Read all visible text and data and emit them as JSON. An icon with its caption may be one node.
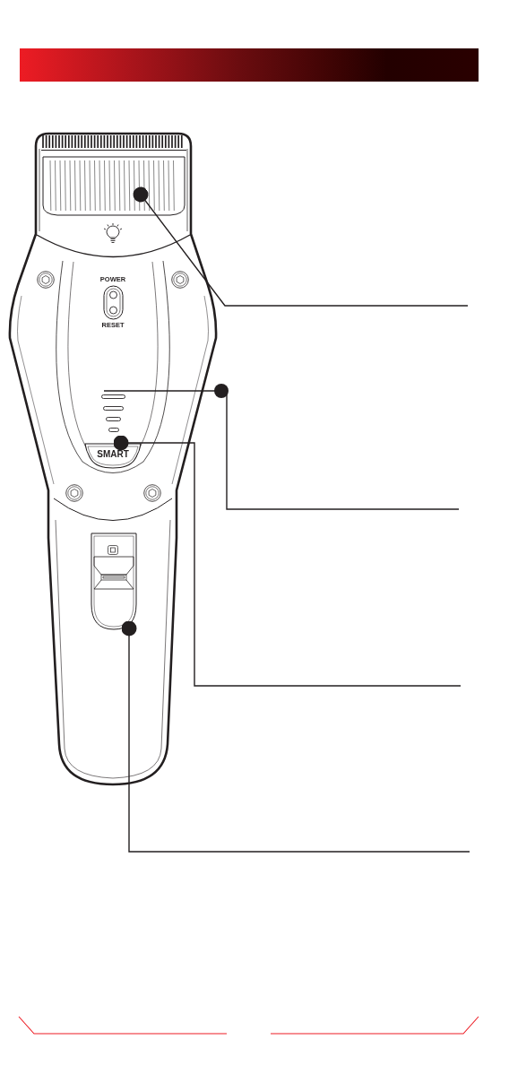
{
  "diagram": {
    "nodes": [
      {
        "text": [],
        "shape": "picture"
      },
      {
        "text": [],
        "shape": "picture"
      },
      {
        "text": [
          "SMART"
        ]
      },
      {
        "text": [],
        "shape": "picture"
      }
    ],
    "edges": [
      {
        "from": null,
        "to": 0,
        "arrow": "other"
      },
      {
        "from": null,
        "to": 1,
        "arrow": "none"
      },
      {
        "from": null,
        "to": 2,
        "arrow": "other"
      },
      {
        "from": null,
        "to": 3,
        "arrow": "other"
      }
    ],
    "labels": [
      "POWER",
      "RESET"
    ]
  }
}
